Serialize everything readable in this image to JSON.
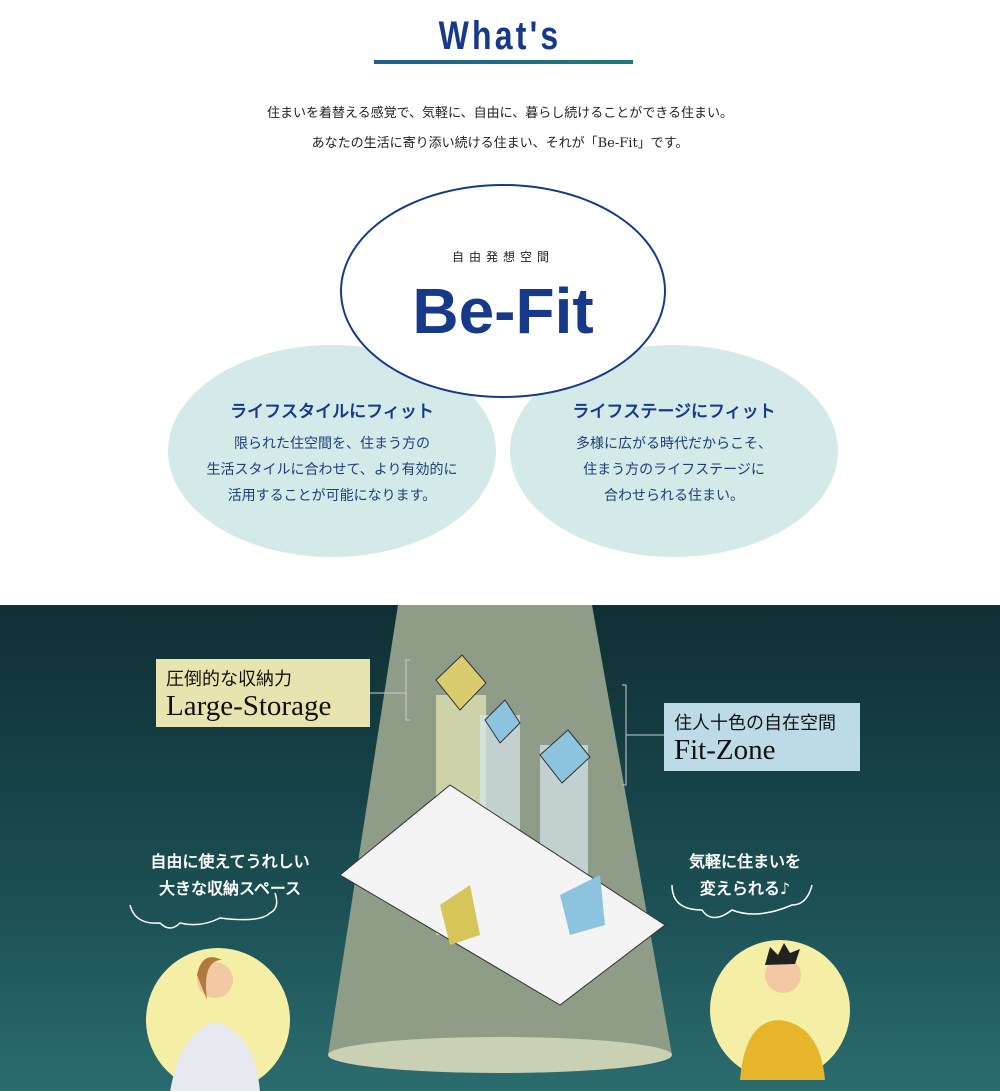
{
  "header": {
    "title": "What's"
  },
  "intro": [
    "住まいを着替える感覚で、気軽に、自由に、暮らし続けることができる住まい。",
    "あなたの生活に寄り添い続ける住まい、それが「Be-Fit」です。"
  ],
  "center": {
    "subtitle": "自由発想空間",
    "title": "Be-Fit"
  },
  "left_circle": {
    "title": "ライフスタイルにフィット",
    "lines": [
      "限られた住空間を、住まう方の",
      "生活スタイルに合わせて、より有効的に",
      "活用することが可能になります。"
    ]
  },
  "right_circle": {
    "title": "ライフステージにフィット",
    "lines": [
      "多様に広がる時代だからこそ、",
      "住まう方のライフステージに",
      "合わせられる住まい。"
    ]
  },
  "labels": {
    "storage": {
      "jp": "圧倒的な収納力",
      "en": "Large-Storage",
      "color": "#e8e4b0"
    },
    "fitzone": {
      "jp": "住人十色の自在空間",
      "en": "Fit-Zone",
      "color": "#bcdbe6"
    }
  },
  "bubbles": {
    "left": [
      "自由に使えてうれしい",
      "大きな収納スペース"
    ],
    "right": [
      "気軽に住まいを",
      "変えられる♪"
    ]
  }
}
